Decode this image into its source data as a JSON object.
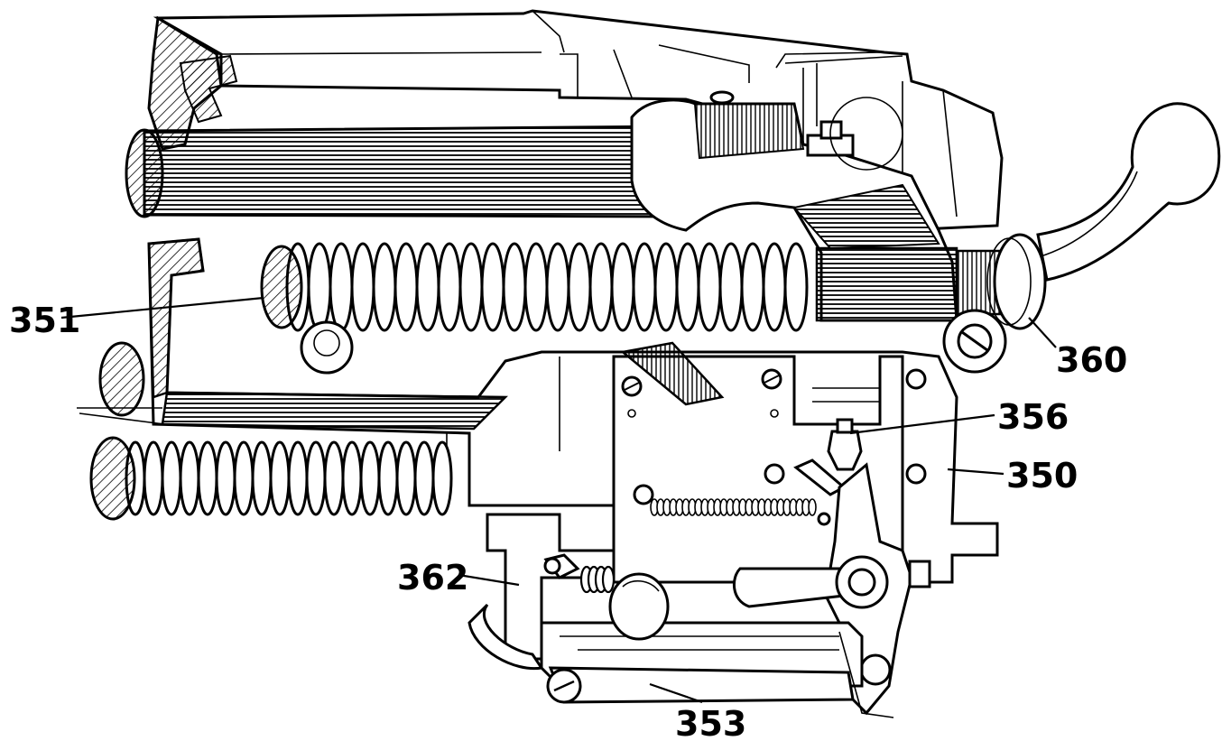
{
  "callouts": {
    "label_351": "351",
    "label_360": "360",
    "label_356": "356",
    "label_350": "350",
    "label_362": "362",
    "label_353": "353"
  }
}
